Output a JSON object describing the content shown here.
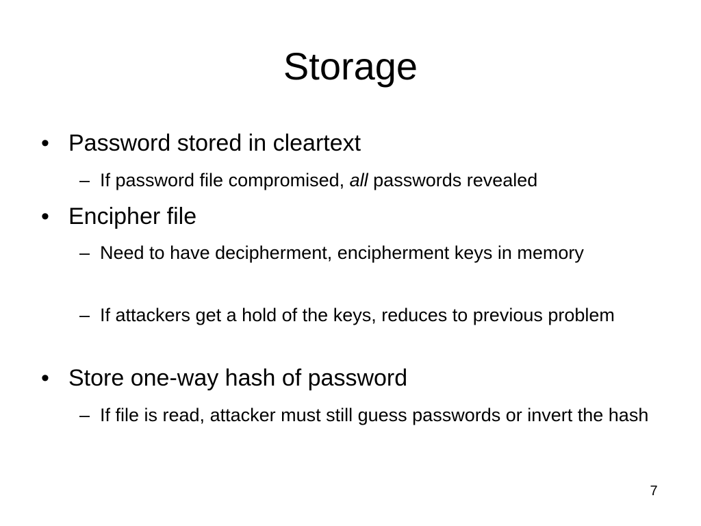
{
  "slide": {
    "title": "Storage",
    "page_number": "7"
  },
  "bullets": [
    {
      "marker": "•",
      "text": "Password stored in cleartext",
      "subs": [
        {
          "marker": "–",
          "before": "If password file compromised, ",
          "emphasis": "all",
          "after": " passwords revealed"
        }
      ]
    },
    {
      "marker": "•",
      "text": "Encipher file",
      "subs": [
        {
          "marker": "–",
          "text": "Need to have decipherment, encipherment keys in memory"
        },
        {
          "marker": "–",
          "text": "If attackers get a hold of the keys, reduces to previous problem"
        }
      ]
    },
    {
      "marker": "•",
      "text": "Store one-way hash of password",
      "subs": [
        {
          "marker": "–",
          "text": "If file is read, attacker must still guess passwords or invert the hash"
        }
      ]
    }
  ]
}
